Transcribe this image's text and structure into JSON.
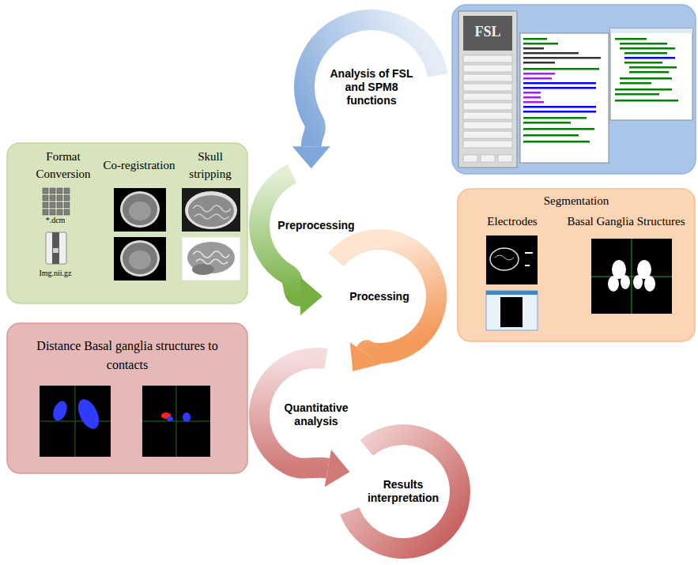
{
  "diagram": {
    "nodes": [
      {
        "text": [
          "Analysis of FSL and SPM8 functions"
        ]
      },
      {
        "text": [
          "Format Conversion",
          "Co-registration",
          "Skull stripping",
          "*.dcm",
          "Img.nii.gz"
        ]
      },
      {
        "text": [
          "Preprocessing"
        ]
      },
      {
        "text": [
          "Segmentation",
          "Electrodes",
          "Basal Ganglia Structures"
        ]
      },
      {
        "text": [
          "Processing"
        ]
      },
      {
        "text": [
          "Distance Basal ganglia structures to contacts"
        ]
      },
      {
        "text": [
          "Quantitative analysis"
        ]
      },
      {
        "text": [
          "Results interpretation"
        ]
      }
    ],
    "edges": [
      {
        "from": 0,
        "to": 2,
        "arrow": "to"
      },
      {
        "from": 2,
        "to": 4,
        "arrow": "to"
      },
      {
        "from": 4,
        "to": 6,
        "arrow": "to"
      },
      {
        "from": 6,
        "to": 7,
        "arrow": "to"
      }
    ],
    "labels": [
      "FSL"
    ]
  }
}
